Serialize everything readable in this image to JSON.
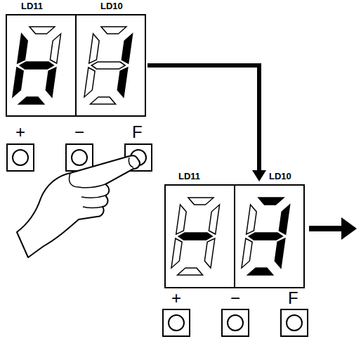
{
  "diagram": {
    "nodes": [
      {
        "text": [
          "LD11"
        ]
      },
      {
        "text": [
          "LD10"
        ]
      },
      {
        "text": [
          "LD11"
        ]
      },
      {
        "text": [
          "LD10"
        ]
      }
    ],
    "edges": [
      {
        "from": 1,
        "to": 3,
        "arrow": "to"
      }
    ],
    "labels": [
      "+",
      "−",
      "F",
      "+",
      "−",
      "F"
    ]
  }
}
